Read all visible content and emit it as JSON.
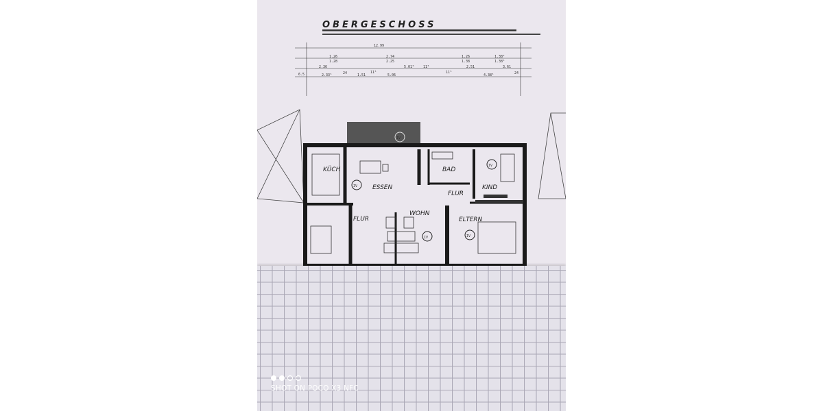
{
  "plan": {
    "title": "OBERGESCHOSS",
    "dimensions": {
      "overall": "12.99",
      "row2": [
        "1.26",
        "1.28",
        "2.74",
        "2.25",
        "1.26",
        "1.38",
        "1.38⁵",
        "1.38⁵"
      ],
      "row3": [
        "2.36",
        "5.01⁵",
        "11⁵",
        "2.51",
        "3.61"
      ],
      "row4": [
        "6.5",
        "2.33⁵",
        "24",
        "1.51",
        "11⁵",
        "5.06",
        "11⁵",
        "4.38⁵",
        "24"
      ]
    },
    "rooms": {
      "kitchen": "KÜCH",
      "dining": "ESSEN",
      "living": "WOHN",
      "bath": "BAD",
      "hall_upper": "FLUR",
      "hall_lower": "FLUR",
      "child": "KIND",
      "parents": "ELTERN"
    },
    "radiator_mark": "IV"
  },
  "watermark": {
    "text": "SHOT ON POCO X3 NFC"
  }
}
